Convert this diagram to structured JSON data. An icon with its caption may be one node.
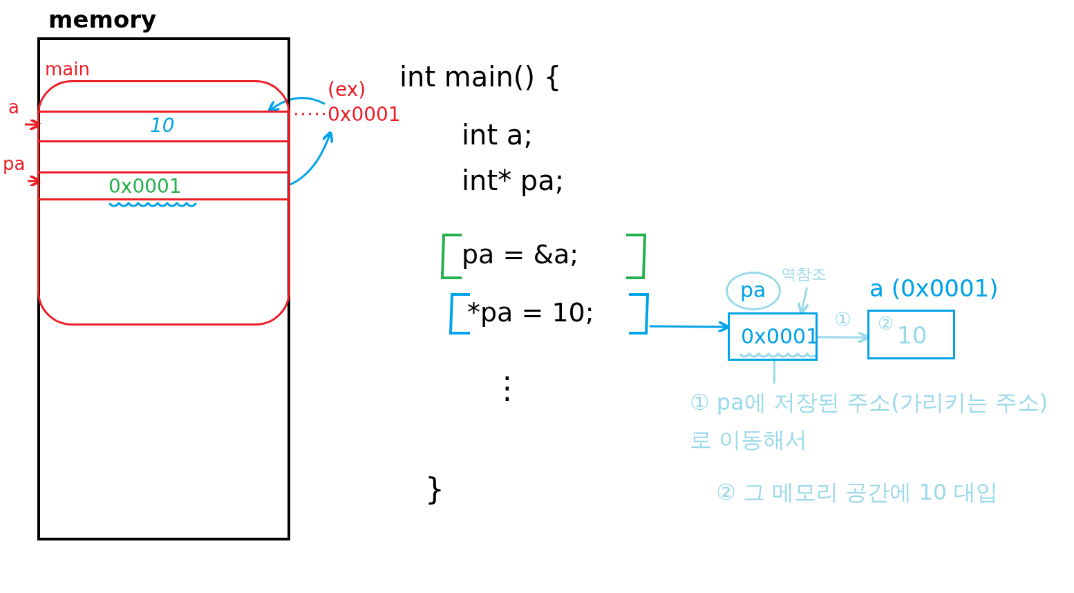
{
  "diagram": {
    "nodes": [
      {
        "text": [
          "memory"
        ]
      },
      {
        "text": [
          "main"
        ],
        "in": 0
      },
      {
        "text": [
          "10"
        ],
        "in": 1
      },
      {
        "text": [],
        "shape": "box",
        "in": 1
      },
      {
        "text": [
          "0x0001"
        ],
        "in": 1
      },
      {
        "text": [
          "a"
        ]
      },
      {
        "text": [
          "pa"
        ]
      },
      {
        "text": [
          "(ex) 0x0001"
        ]
      },
      {
        "text": [
          "pa = &a;"
        ]
      },
      {
        "text": [
          "*pa = 10;"
        ]
      },
      {
        "text": [
          "pa"
        ]
      },
      {
        "text": [
          "역참조"
        ]
      },
      {
        "text": [
          "0x0001"
        ]
      },
      {
        "text": [
          "a (0x0001)",
          "②",
          "10"
        ]
      },
      {
        "text": [
          "① pa에 저장된 주소(가리키는 주소)로 이동해서",
          "② 그 메모리 공간에 10 대입"
        ]
      }
    ],
    "edges": [
      {
        "from": 5,
        "to": 2,
        "arrow": "to",
        "color": "#ed1c24"
      },
      {
        "from": 6,
        "to": 4,
        "arrow": "to",
        "color": "#ed1c24"
      },
      {
        "from": 2,
        "to": 7,
        "arrow": "none",
        "style": "dashed",
        "color": "#ed1c24"
      },
      {
        "from": 7,
        "to": 2,
        "arrow": "to",
        "color": "#00a2e8"
      },
      {
        "from": 4,
        "to": 7,
        "arrow": "to",
        "color": "#00a2e8"
      },
      {
        "from": 9,
        "to": 12,
        "arrow": "to",
        "color": "#00a2e8"
      },
      {
        "from": 11,
        "to": 12,
        "arrow": "to",
        "color": "#99d9ea"
      },
      {
        "from": 12,
        "to": 13,
        "arrow": "to",
        "label": "①",
        "color": "#99d9ea"
      },
      {
        "from": 12,
        "to": 14,
        "arrow": "none",
        "color": "#99d9ea"
      }
    ],
    "labels": [
      "int main() {",
      "int a;",
      "int* pa;",
      "⋮",
      "}"
    ]
  }
}
